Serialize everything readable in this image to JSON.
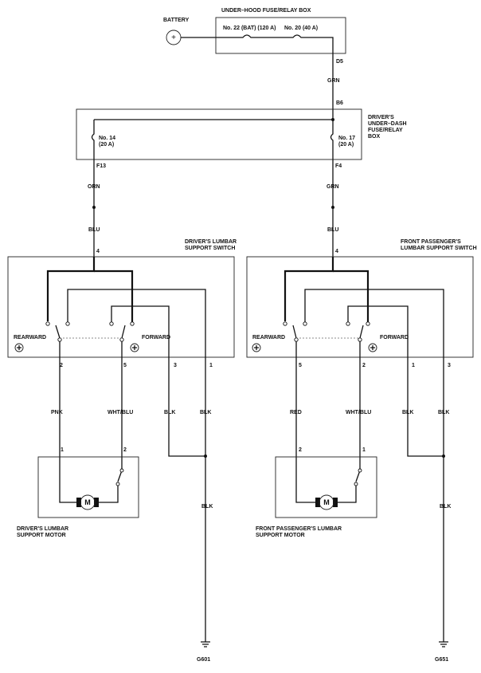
{
  "battery": {
    "label": "BATTERY",
    "symbol": "+"
  },
  "underhood": {
    "title": "UNDER–HOOD FUSE/RELAY BOX",
    "fuse_a": "No. 22 (BAT) (120 A)",
    "fuse_b": "No. 20 (40 A)",
    "terminal_out": "D5"
  },
  "wires": {
    "grn_top": "GRN",
    "orn": "ORN",
    "grn_right": "GRN",
    "blu_left": "BLU",
    "blu_right": "BLU",
    "pnk": "PNK",
    "wht_blu_left": "WHT/BLU",
    "blk_left_a": "BLK",
    "blk_left_b": "BLK",
    "blk_left_c": "BLK",
    "red": "RED",
    "wht_blu_right": "WHT/BLU",
    "blk_right_a": "BLK",
    "blk_right_b": "BLK",
    "blk_right_c": "BLK"
  },
  "underdash": {
    "title_line1": "DRIVER'S",
    "title_line2": "UNDER–DASH",
    "title_line3": "FUSE/RELAY",
    "title_line4": "BOX",
    "terminal_in": "B6",
    "fuse_left_no": "No. 14",
    "fuse_left_amp": "(20 A)",
    "fuse_right_no": "No. 17",
    "fuse_right_amp": "(20 A)",
    "terminal_left": "F13",
    "terminal_right": "F4"
  },
  "driver_switch": {
    "title_line1": "DRIVER'S LUMBAR",
    "title_line2": "SUPPORT SWITCH",
    "pin_in": "4",
    "rearward": "REARWARD",
    "forward": "FORWARD",
    "pin_a": "2",
    "pin_b": "5",
    "pin_c": "3",
    "pin_d": "1"
  },
  "passenger_switch": {
    "title_line1": "FRONT PASSENGER'S",
    "title_line2": "LUMBAR SUPPORT SWITCH",
    "pin_in": "4",
    "rearward": "REARWARD",
    "forward": "FORWARD",
    "pin_a": "5",
    "pin_b": "2",
    "pin_c": "1",
    "pin_d": "3"
  },
  "driver_motor": {
    "label_line1": "DRIVER'S LUMBAR",
    "label_line2": "SUPPORT MOTOR",
    "pin_1": "1",
    "pin_2": "2",
    "symbol": "M"
  },
  "passenger_motor": {
    "label_line1": "FRONT PASSENGER'S LUMBAR",
    "label_line2": "SUPPORT MOTOR",
    "pin_2": "2",
    "pin_1": "1",
    "symbol": "M"
  },
  "grounds": {
    "left": "G601",
    "right": "G651"
  }
}
